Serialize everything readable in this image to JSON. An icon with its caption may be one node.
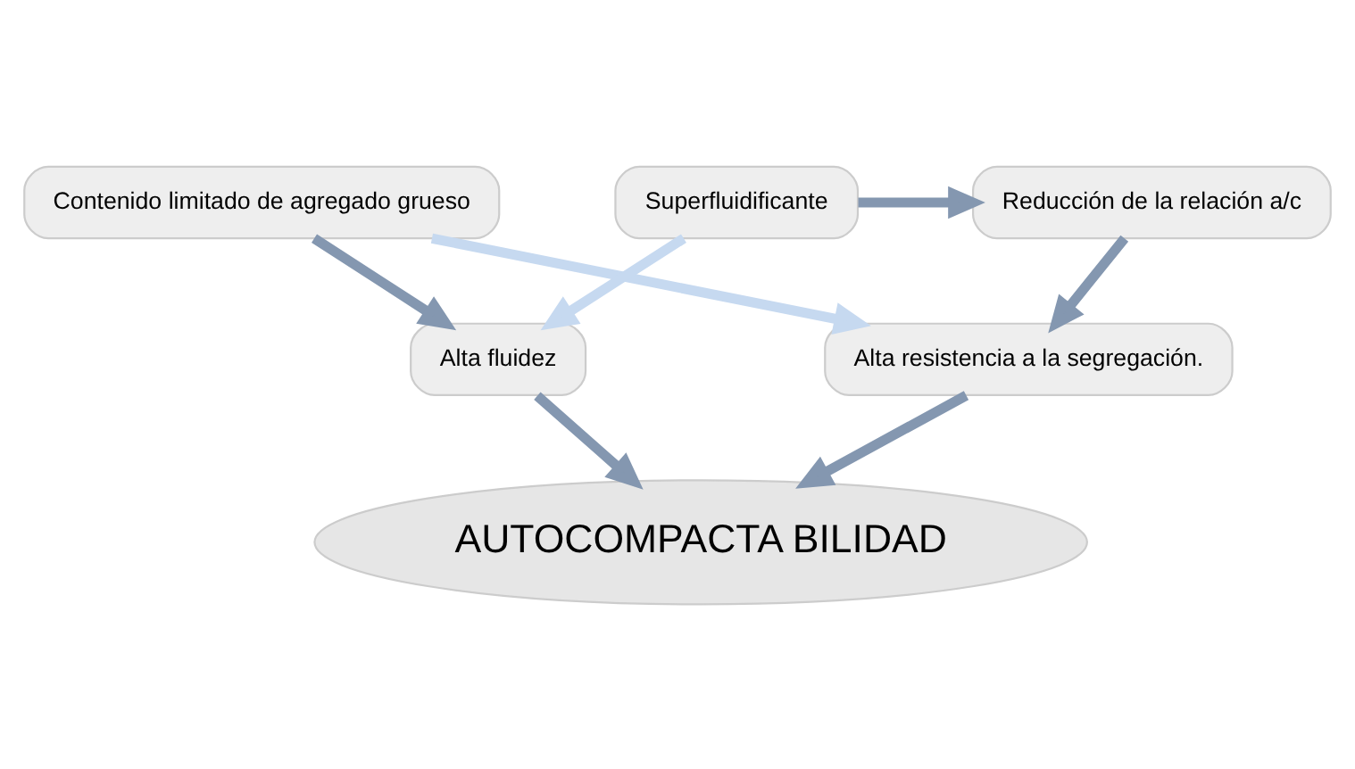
{
  "diagram": {
    "nodes": [
      {
        "text": [
          "Contenido limitado de agregado grueso"
        ]
      },
      {
        "text": [
          "Superfluidificante"
        ]
      },
      {
        "text": [
          "Reducción de la relación a/c"
        ]
      },
      {
        "text": [
          "Alta fluidez"
        ]
      },
      {
        "text": [
          "Alta resistencia a la segregación."
        ]
      },
      {
        "text": [
          "AUTOCOMPACTA BILIDAD"
        ]
      }
    ],
    "edges": [
      {
        "from": 1,
        "to": 2,
        "arrow": "to"
      },
      {
        "from": 0,
        "to": 3,
        "arrow": "to"
      },
      {
        "from": 2,
        "to": 4,
        "arrow": "to"
      },
      {
        "from": 1,
        "to": 3,
        "arrow": "to",
        "color": "#c6d9f0"
      },
      {
        "from": 0,
        "to": 4,
        "arrow": "to",
        "color": "#c6d9f0"
      },
      {
        "from": 3,
        "to": 5,
        "arrow": "to"
      },
      {
        "from": 4,
        "to": 5,
        "arrow": "to"
      }
    ]
  }
}
